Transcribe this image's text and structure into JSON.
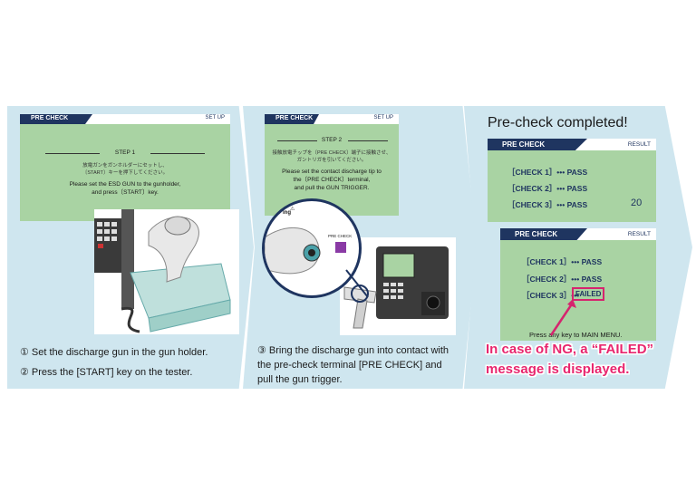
{
  "step1": {
    "screen": {
      "header_left": "PRE CHECK",
      "header_right": "SET UP",
      "step_label": "STEP 1",
      "jp_line1": "放電ガンをガンホルダーにセットし、",
      "jp_line2": "〔START〕キーを押下してください。",
      "en_line1": "Please set the ESD GUN to the gunholder,",
      "en_line2": "and press〔START〕key."
    },
    "caption_line1": "① Set the discharge gun in the gun holder.",
    "caption_line2": "② Press the [START] key on the tester."
  },
  "step2": {
    "screen": {
      "header_left": "PRE CHECK",
      "header_right": "SET UP",
      "step_label": "STEP 2",
      "jp_line1": "接触放電チップを〔PRE CHECK〕端子に接触させ、",
      "jp_line2": "ガントリガを引いてください。",
      "en_line1": "Please set the contact discharge tip to",
      "en_line2": "the〔PRE CHECK〕terminal,",
      "en_line3": "and pull the GUN TRIGGER."
    },
    "photo_label1": "ing",
    "photo_label2": "PRE CHECK",
    "caption_line1": "③ Bring the discharge gun into contact with",
    "caption_line2": "the pre-check terminal [PRE CHECK] and",
    "caption_line3": "pull the gun trigger."
  },
  "step3": {
    "title": "Pre-check completed!",
    "pass_screen": {
      "header_left": "PRE CHECK",
      "header_right": "RESULT",
      "check1": "［CHECK 1］••• PASS",
      "check2": "［CHECK 2］••• PASS",
      "check3": "［CHECK 3］••• PASS",
      "value": "20"
    },
    "fail_screen": {
      "header_left": "PRE CHECK",
      "header_right": "RESULT",
      "check1": "［CHECK 1］••• PASS",
      "check2": "［CHECK 2］••• PASS",
      "check3": "［CHECK 3］•••",
      "failed": "FAILED",
      "footer": "Press any key to MAIN MENU."
    },
    "ng_note_line1": "In case of NG, a “FAILED”",
    "ng_note_line2": "message is displayed."
  },
  "colors": {
    "panel": "#cfe6ef",
    "screen": "#a9d3a3",
    "header": "#1f3560",
    "highlight": "#d6246e",
    "note": "#e8266e"
  }
}
